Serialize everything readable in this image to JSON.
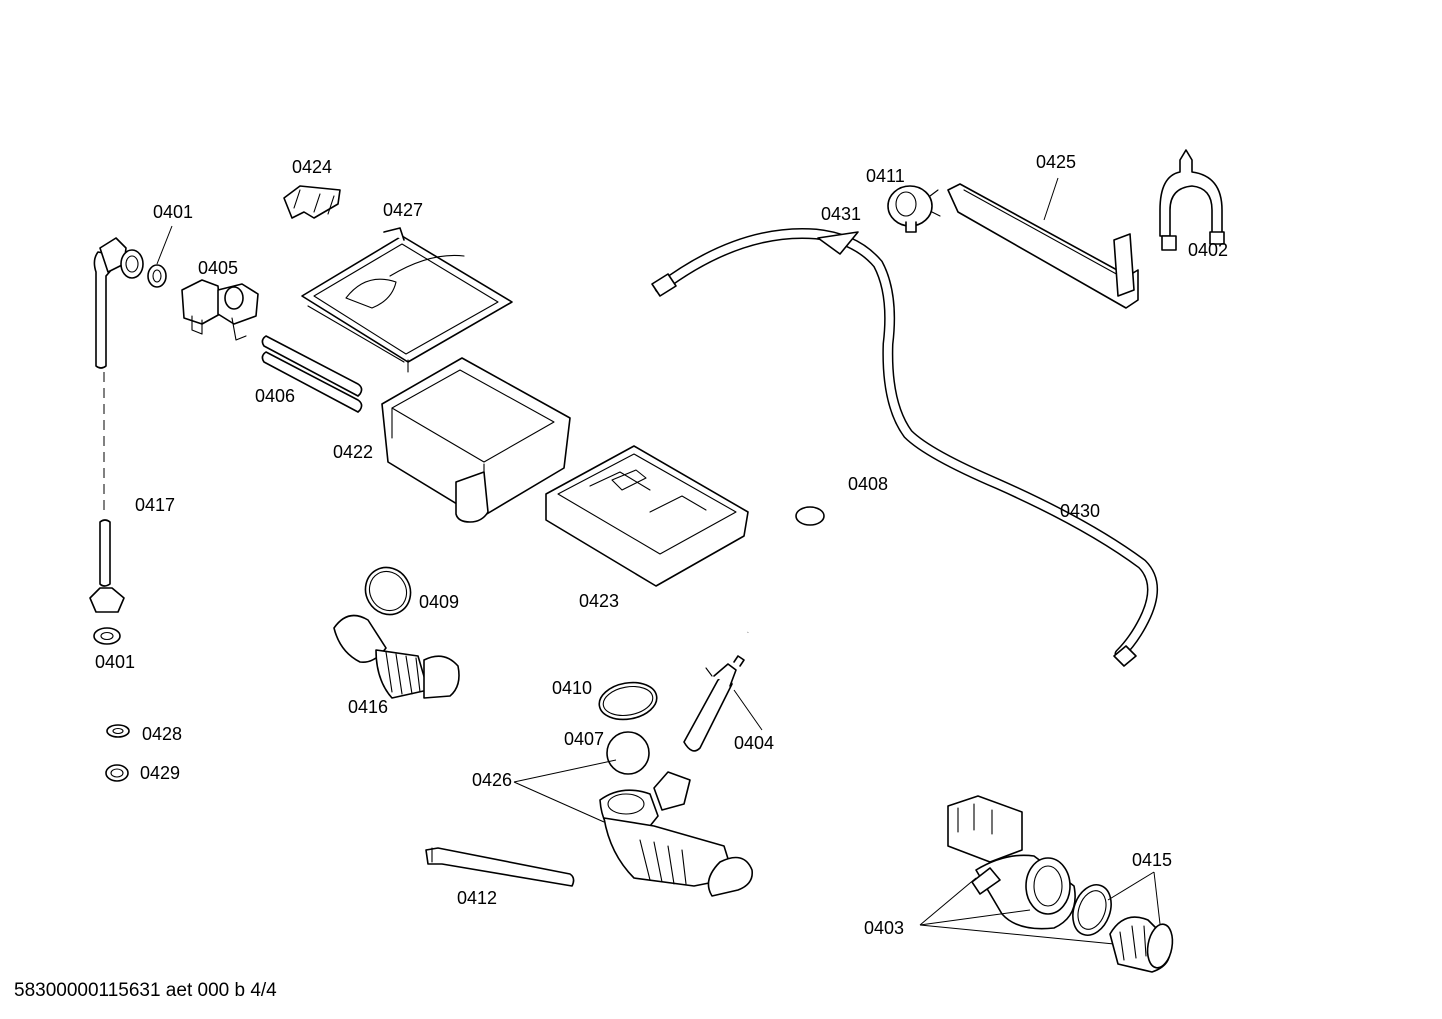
{
  "labels": {
    "p0401a": "0401",
    "p0401b": "0401",
    "p0402": "0402",
    "p0403": "0403",
    "p0404": "0404",
    "p0405": "0405",
    "p0406": "0406",
    "p0407": "0407",
    "p0408": "0408",
    "p0409": "0409",
    "p0410": "0410",
    "p0411": "0411",
    "p0412": "0412",
    "p0415": "0415",
    "p0416": "0416",
    "p0417": "0417",
    "p0422": "0422",
    "p0423": "0423",
    "p0424": "0424",
    "p0425": "0425",
    "p0426": "0426",
    "p0427": "0427",
    "p0428": "0428",
    "p0429": "0429",
    "p0430": "0430",
    "p0431": "0431"
  },
  "footer": {
    "document_code": "58300000115631 aet 000 b 4/4"
  }
}
